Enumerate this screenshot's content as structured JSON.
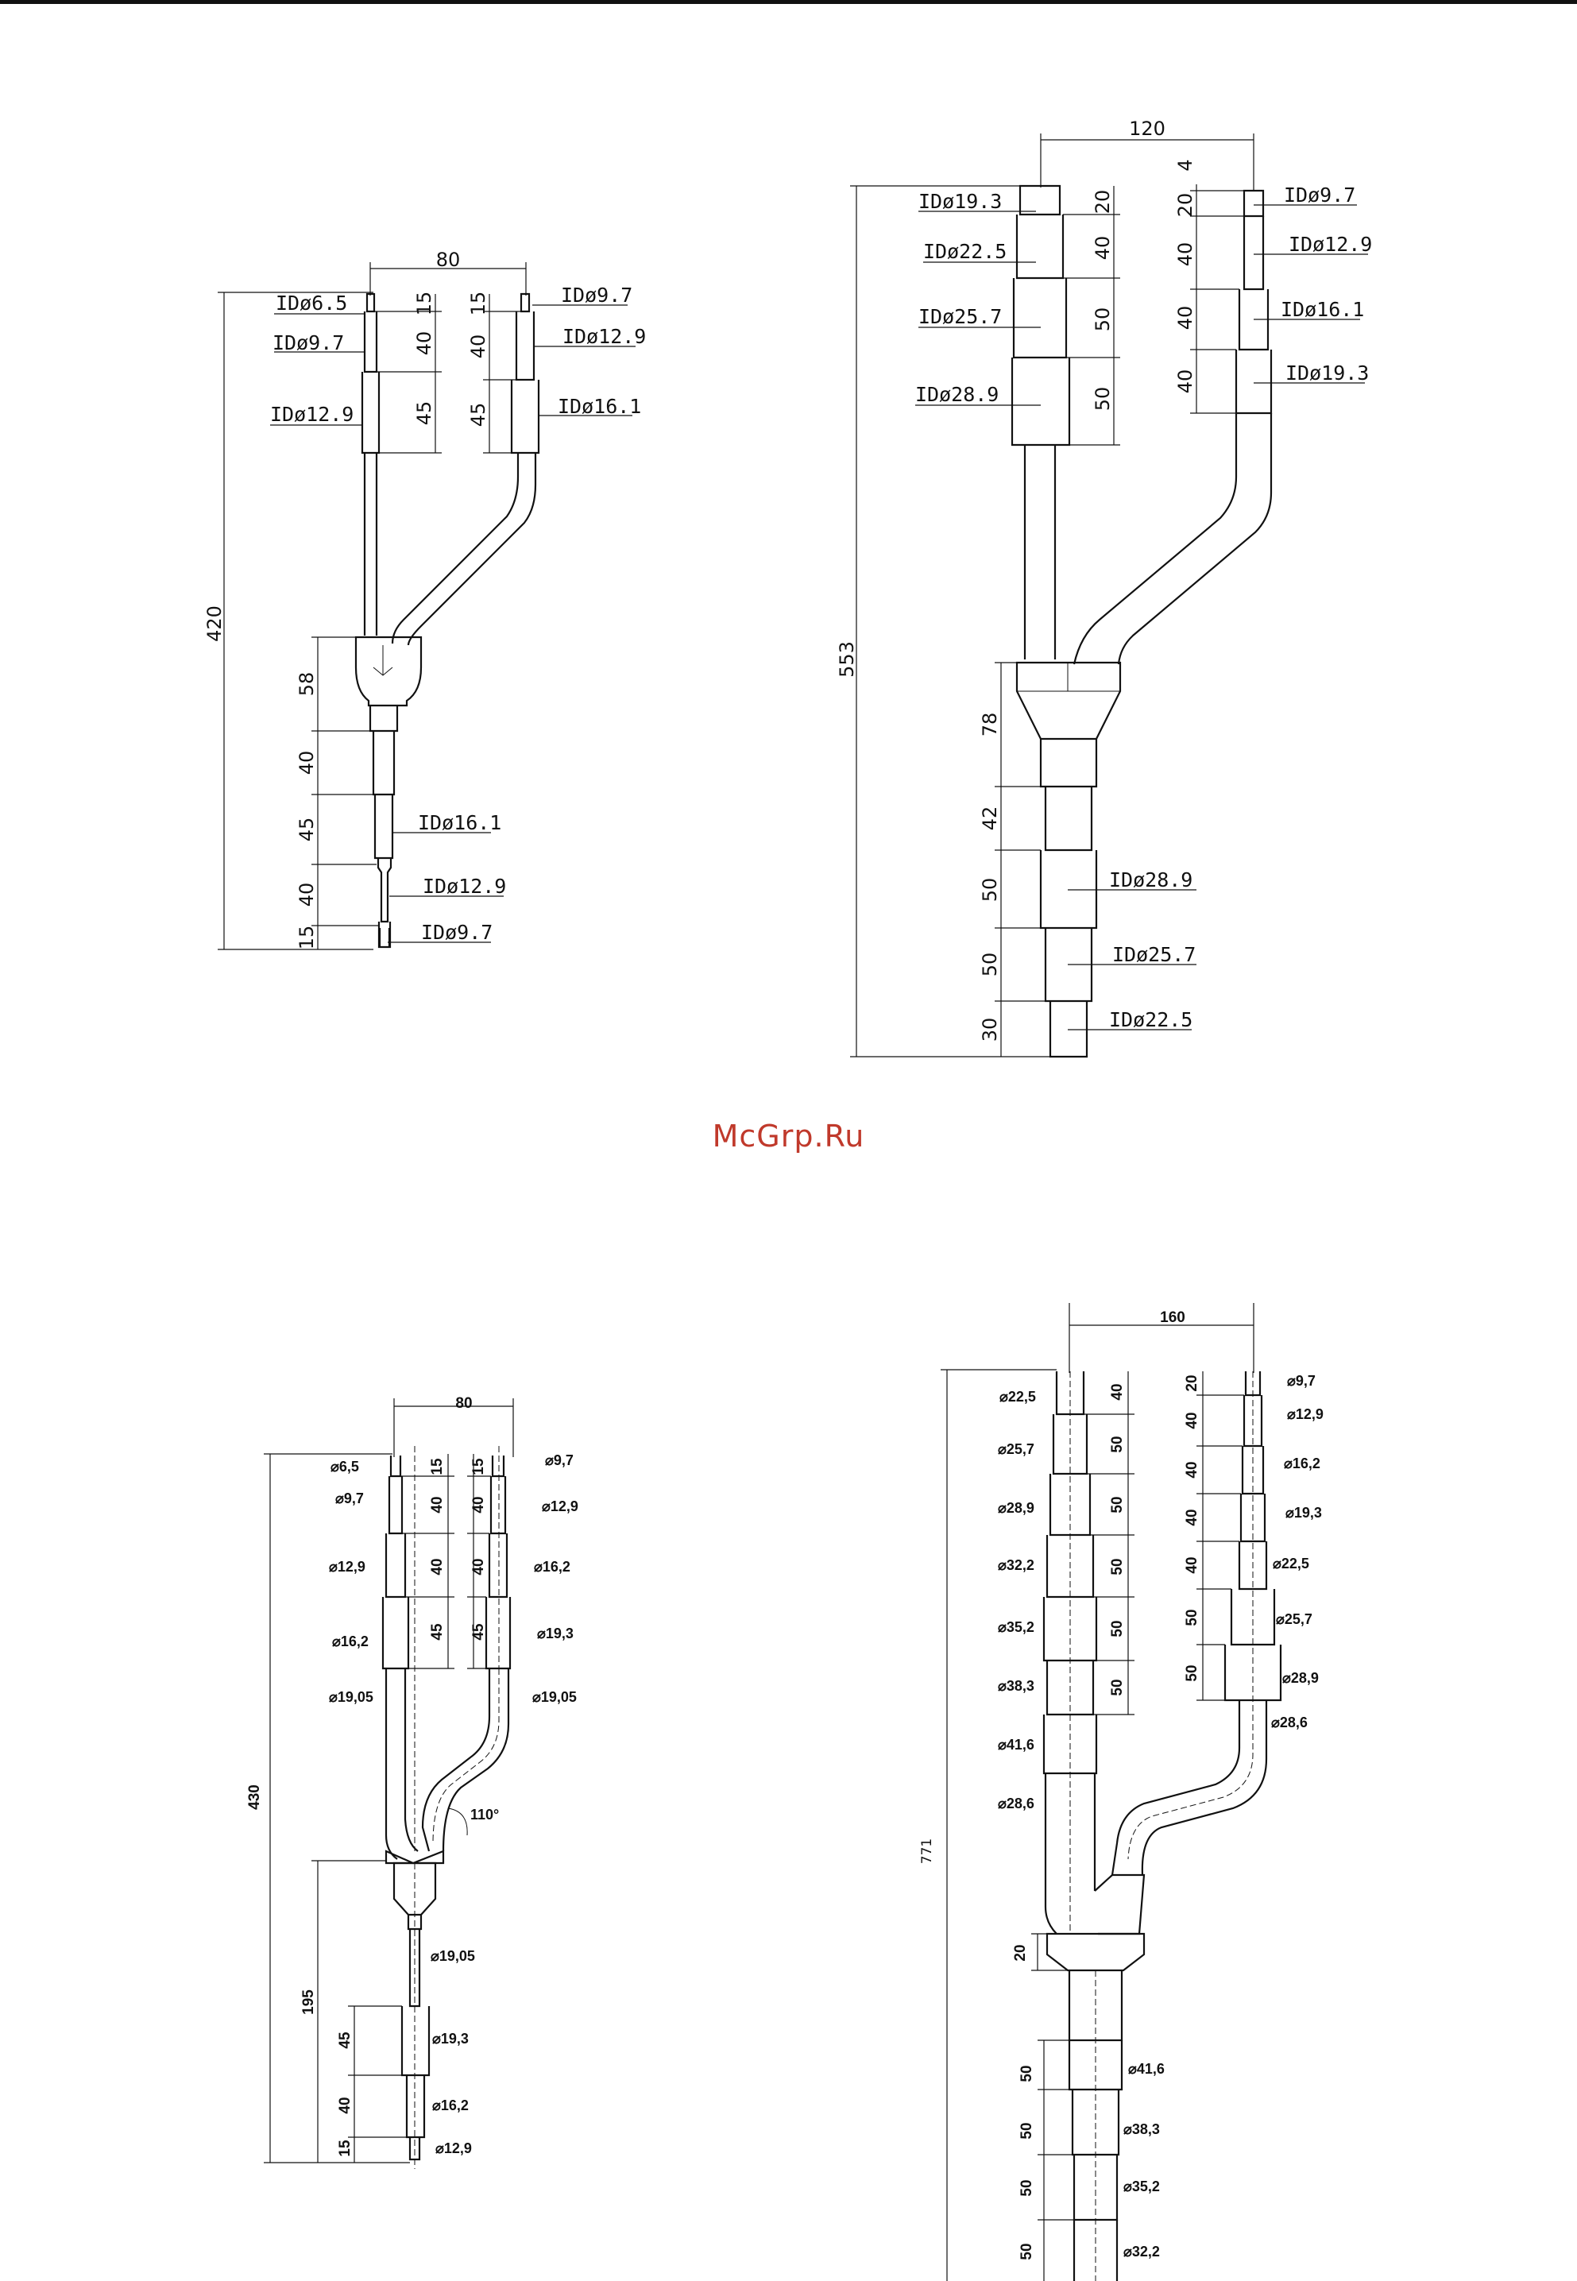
{
  "watermark": "McGrp.Ru",
  "diagram_a": {
    "width": "80",
    "height": "420",
    "left_segments": [
      "15",
      "40",
      "45"
    ],
    "right_segments": [
      "15",
      "40",
      "45"
    ],
    "bottom_segments": [
      "58",
      "40",
      "45",
      "40",
      "15"
    ],
    "left_ids": [
      "IDø6.5",
      "IDø9.7",
      "IDø12.9"
    ],
    "right_ids": [
      "IDø9.7",
      "IDø12.9",
      "IDø16.1"
    ],
    "bottom_ids": [
      "IDø16.1",
      "IDø12.9",
      "IDø9.7"
    ]
  },
  "diagram_b": {
    "width": "120",
    "height": "553",
    "left_segments": [
      "20",
      "40",
      "50",
      "50"
    ],
    "right_segments": [
      "4",
      "20",
      "40",
      "40",
      "40"
    ],
    "bottom_segments": [
      "78",
      "42",
      "50",
      "50",
      "30"
    ],
    "left_ids": [
      "IDø19.3",
      "IDø22.5",
      "IDø25.7",
      "IDø28.9"
    ],
    "right_ids": [
      "IDø9.7",
      "IDø12.9",
      "IDø16.1",
      "IDø19.3"
    ],
    "bottom_ids": [
      "IDø28.9",
      "IDø25.7",
      "IDø22.5"
    ]
  },
  "diagram_c": {
    "width": "80",
    "height": "430",
    "lower_height": "195",
    "angle": "110°",
    "left_segments": [
      "15",
      "40",
      "40",
      "45"
    ],
    "right_segments": [
      "15",
      "40",
      "40",
      "45"
    ],
    "bottom_segments": [
      "45",
      "40",
      "15"
    ],
    "left_ids": [
      "⌀6,5",
      "⌀9,7",
      "⌀12,9",
      "⌀16,2",
      "⌀19,05"
    ],
    "right_ids": [
      "⌀9,7",
      "⌀12,9",
      "⌀16,2",
      "⌀19,3",
      "⌀19,05"
    ],
    "bottom_ids": [
      "⌀19,05",
      "⌀19,3",
      "⌀16,2",
      "⌀12,9"
    ]
  },
  "diagram_d": {
    "width": "160",
    "height": "771",
    "joint": "20",
    "left_segments": [
      "40",
      "50",
      "50",
      "50",
      "50",
      "50"
    ],
    "right_segments": [
      "20",
      "40",
      "40",
      "40",
      "40",
      "50",
      "50"
    ],
    "bottom_segments": [
      "50",
      "50",
      "50",
      "50"
    ],
    "left_ids": [
      "⌀22,5",
      "⌀25,7",
      "⌀28,9",
      "⌀32,2",
      "⌀35,2",
      "⌀38,3",
      "⌀41,6",
      "⌀28,6"
    ],
    "right_ids": [
      "⌀9,7",
      "⌀12,9",
      "⌀16,2",
      "⌀19,3",
      "⌀22,5",
      "⌀25,7",
      "⌀28,9",
      "⌀28,6"
    ],
    "bottom_ids": [
      "⌀41,6",
      "⌀38,3",
      "⌀35,2",
      "⌀32,2"
    ]
  }
}
